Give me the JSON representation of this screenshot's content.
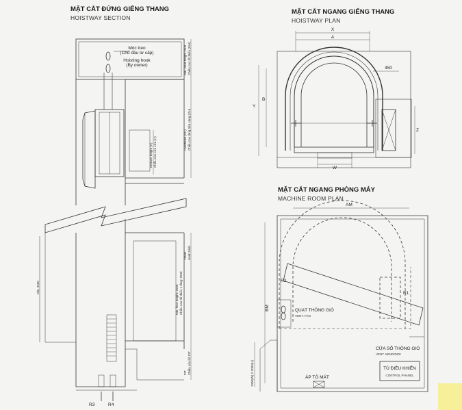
{
  "section": {
    "title": "MẶT CẮT ĐỨNG GIẾNG THANG",
    "subtitle": "HOISTWAY SECTION",
    "hook_vn": "Móc treo",
    "hook_vn2": "(Chủ đầu tư cấp)",
    "hook_en": "Hoisting hook",
    "hook_en2": "(By owner)",
    "clear_height_en": "Min. clear height 2500",
    "clear_height_vn": "Chiều cao tối thiểu (MH)",
    "entrance_en": "Entrace height (H)",
    "entrance_vn": "Chiều cao cửa cửa (H)",
    "overhead_en": "Overhead (OH)",
    "overhead_vn": "Chiều cao tầng trên cùng (OH)",
    "travel_en": "Travel",
    "travel_vn": "Hành trình",
    "floor_height_en": "Min. floor height: 2500",
    "floor_height_vn": "Chiều cao tối thiểu 1 tầng: 2500",
    "pit_en": "PIT",
    "pit_vn": "Chiều sâu hố PIT",
    "min_height": "Min. 3600",
    "r3": "R3",
    "r4": "R4"
  },
  "plan": {
    "title": "MẶT CẮT NGANG GIẾNG THANG",
    "subtitle": "HOISTWAY PLAN",
    "x": "X",
    "a": "A",
    "y": "Y",
    "b": "B",
    "z": "Z",
    "w": "W",
    "dim_450": "450"
  },
  "machine": {
    "title": "MẶT CẮT NGANG PHÒNG MÁY",
    "subtitle": "MACHINE ROOM PLAN",
    "am": "AM",
    "bm": "BM",
    "r1": "R1",
    "r2": "R2",
    "fan_vn": "QUẠT THÔNG GIÓ",
    "fan_en": "VENT. FAN",
    "window_vn": "CỬA SỔ THÔNG GIÓ",
    "window_en": "VENT. WINDOWS",
    "panel_vn": "TỦ ĐIỀU KHIỂN",
    "panel_en": "CONTROL PHANEL",
    "breaker": "ÁP TÔ MÁT",
    "dim_side": "1000(W) X 2000(H)"
  }
}
